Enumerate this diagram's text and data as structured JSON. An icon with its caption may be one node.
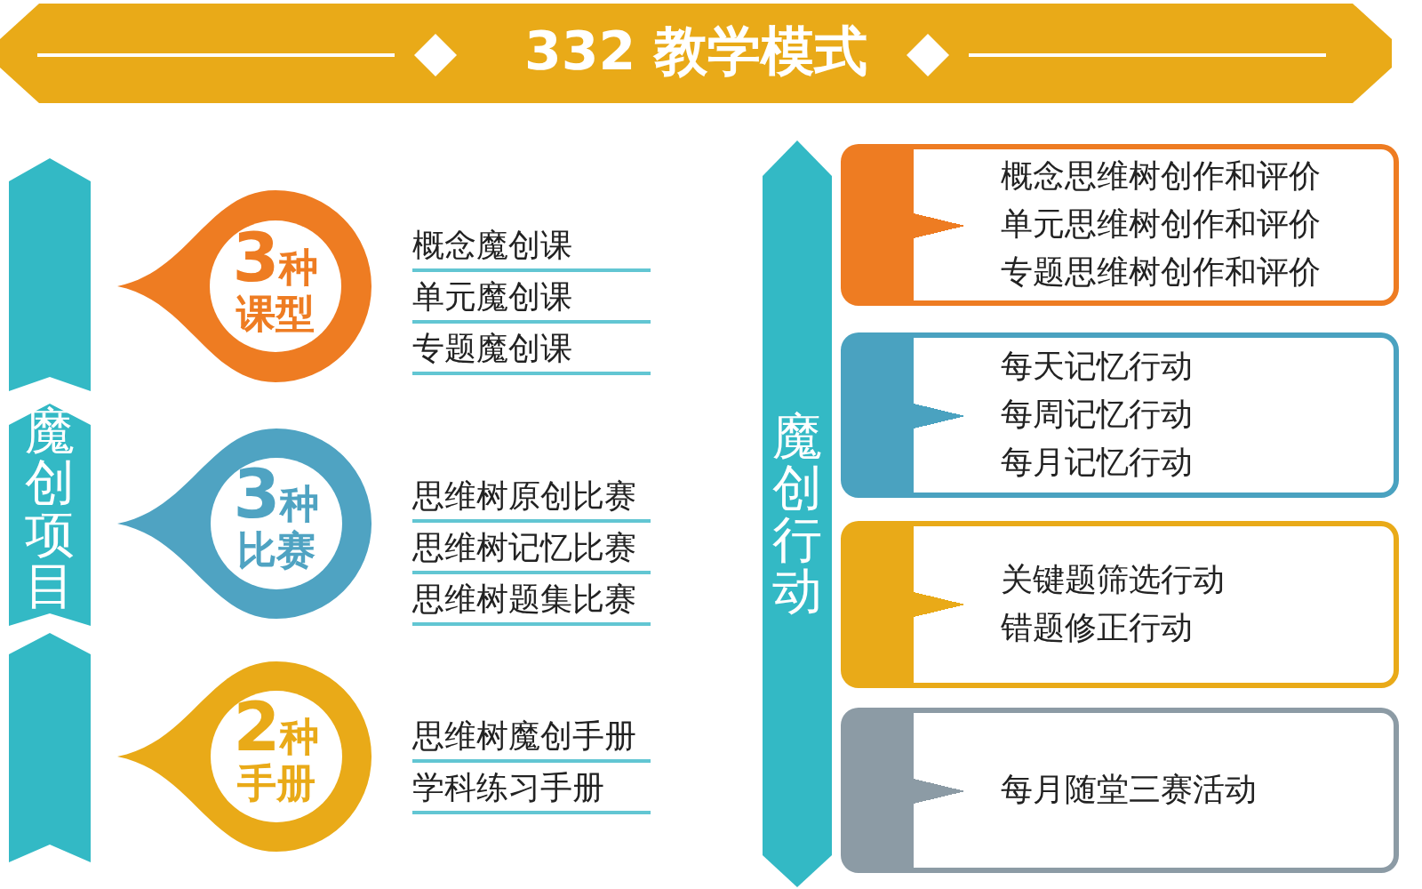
{
  "diagram": {
    "title": "332 教学模式",
    "nodes": [
      {
        "text": [
          "魔创项目"
        ]
      },
      {
        "text": [
          "3种课型"
        ],
        "beside": [
          "概念魔创课",
          "单元魔创课",
          "专题魔创课"
        ]
      },
      {
        "text": [
          "3种比赛"
        ],
        "beside": [
          "思维树原创比赛",
          "思维树记忆比赛",
          "思维树题集比赛"
        ]
      },
      {
        "text": [
          "2种手册"
        ],
        "beside": [
          "思维树魔创手册",
          "学科练习手册"
        ]
      },
      {
        "text": [
          "魔创行动"
        ]
      },
      {
        "text": [
          "概念思维树创作和评价",
          "单元思维树创作和评价",
          "专题思维树创作和评价"
        ]
      },
      {
        "text": [
          "每天记忆行动",
          "每周记忆行动",
          "每月记忆行动"
        ]
      },
      {
        "text": [
          "关键题筛选行动",
          "错题修正行动"
        ]
      },
      {
        "text": [
          "每月随堂三赛活动"
        ]
      }
    ]
  }
}
